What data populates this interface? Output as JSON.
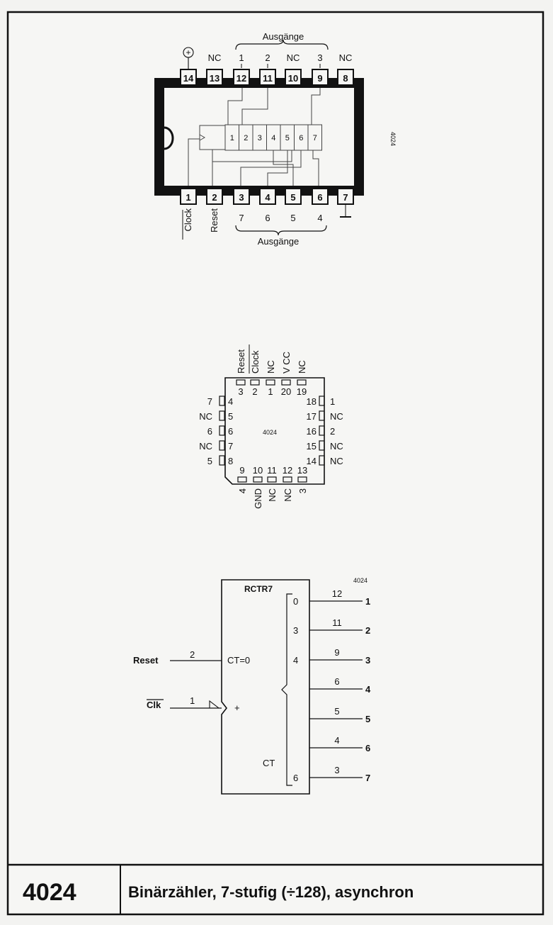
{
  "footer": {
    "part_number": "4024",
    "description": "Binärzähler, 7-stufig (÷128), asynchron"
  },
  "dip": {
    "top_group_label": "Ausgänge",
    "bottom_group_label": "Ausgänge",
    "chip_mark": "4024",
    "top_pins": [
      {
        "num": "14",
        "label": "⊕"
      },
      {
        "num": "13",
        "label": "NC"
      },
      {
        "num": "12",
        "label": "1"
      },
      {
        "num": "11",
        "label": "2"
      },
      {
        "num": "10",
        "label": "NC"
      },
      {
        "num": "9",
        "label": "3"
      },
      {
        "num": "8",
        "label": "NC"
      }
    ],
    "bottom_pins": [
      {
        "num": "1",
        "label": "Clock"
      },
      {
        "num": "2",
        "label": "Reset"
      },
      {
        "num": "3",
        "label": "7"
      },
      {
        "num": "4",
        "label": "6"
      },
      {
        "num": "5",
        "label": "5"
      },
      {
        "num": "6",
        "label": "4"
      },
      {
        "num": "7",
        "label": "⏚"
      }
    ],
    "stages": [
      "1",
      "2",
      "3",
      "4",
      "5",
      "6",
      "7"
    ]
  },
  "plcc": {
    "center_label": "4024",
    "top_pins": [
      {
        "num": "3",
        "label": "Reset"
      },
      {
        "num": "2",
        "label": "Clock"
      },
      {
        "num": "1",
        "label": "NC"
      },
      {
        "num": "20",
        "label": "V CC"
      },
      {
        "num": "19",
        "label": "NC"
      }
    ],
    "left_pins": [
      {
        "num": "4",
        "label": "7"
      },
      {
        "num": "5",
        "label": "NC"
      },
      {
        "num": "6",
        "label": "6"
      },
      {
        "num": "7",
        "label": "NC"
      },
      {
        "num": "8",
        "label": "5"
      }
    ],
    "right_pins": [
      {
        "num": "18",
        "label": "1"
      },
      {
        "num": "17",
        "label": "NC"
      },
      {
        "num": "16",
        "label": "2"
      },
      {
        "num": "15",
        "label": "NC"
      },
      {
        "num": "14",
        "label": "NC"
      }
    ],
    "bottom_pins": [
      {
        "num": "9",
        "label": "4"
      },
      {
        "num": "10",
        "label": "GND"
      },
      {
        "num": "11",
        "label": "NC"
      },
      {
        "num": "12",
        "label": "NC"
      },
      {
        "num": "13",
        "label": "3"
      }
    ]
  },
  "logic": {
    "id_label": "4024",
    "block_title": "RCTR7",
    "reset_label": "Reset",
    "reset_pin": "2",
    "reset_func": "CT=0",
    "clk_label": "Clk",
    "clk_pin": "1",
    "clk_plus": "+",
    "ct_label": "CT",
    "outputs": [
      {
        "bit": "0",
        "pin": "12",
        "out": "1"
      },
      {
        "bit": "3",
        "pin": "11",
        "out": "2"
      },
      {
        "bit": "4",
        "pin": "9",
        "out": "3"
      },
      {
        "bit": "",
        "pin": "6",
        "out": "4"
      },
      {
        "bit": "",
        "pin": "5",
        "out": "5"
      },
      {
        "bit": "",
        "pin": "4",
        "out": "6"
      },
      {
        "bit": "6",
        "pin": "3",
        "out": "7"
      }
    ]
  }
}
